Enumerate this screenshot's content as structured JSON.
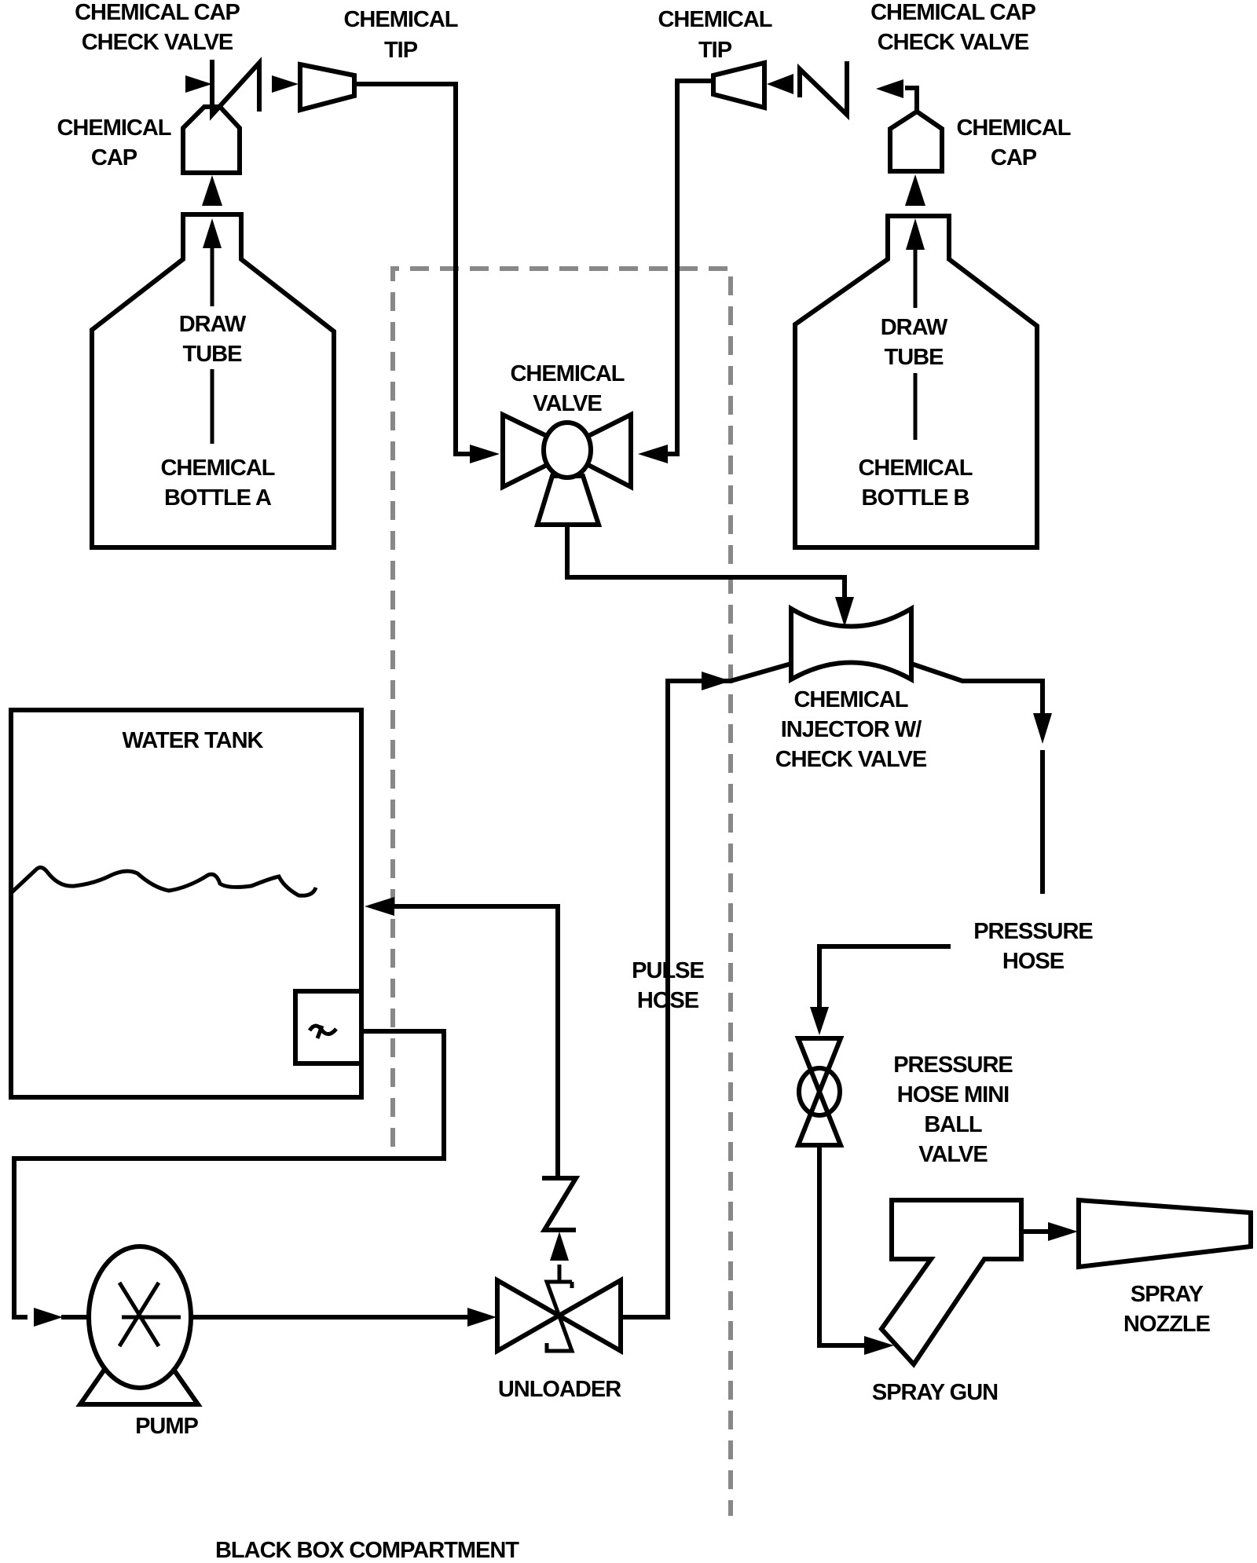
{
  "diagram": {
    "type": "pressure-washer chemical injection schematic",
    "colors": {
      "line": "#000000",
      "compartment_boundary": "#888888",
      "background": "#ffffff"
    },
    "labels": {
      "cap_check_valve_a": [
        "CHEMICAL CAP",
        "CHECK VALVE"
      ],
      "chemical_tip_a": [
        "CHEMICAL",
        "TIP"
      ],
      "chemical_cap_a": [
        "CHEMICAL",
        "CAP"
      ],
      "draw_tube_a": [
        "DRAW",
        "TUBE"
      ],
      "bottle_a": [
        "CHEMICAL",
        "BOTTLE A"
      ],
      "chemical_tip_b": [
        "CHEMICAL",
        "TIP"
      ],
      "cap_check_valve_b": [
        "CHEMICAL CAP",
        "CHECK VALVE"
      ],
      "chemical_cap_b": [
        "CHEMICAL",
        "CAP"
      ],
      "draw_tube_b": [
        "DRAW",
        "TUBE"
      ],
      "bottle_b": [
        "CHEMICAL",
        "BOTTLE B"
      ],
      "chemical_valve": [
        "CHEMICAL",
        "VALVE"
      ],
      "injector": [
        "CHEMICAL",
        "INJECTOR W/",
        "CHECK VALVE"
      ],
      "water_tank": "WATER TANK",
      "pulse_hose": [
        "PULSE",
        "HOSE"
      ],
      "pressure_hose": [
        "PRESSURE",
        "HOSE"
      ],
      "ball_valve": [
        "PRESSURE",
        "HOSE MINI",
        "BALL",
        "VALVE"
      ],
      "spray_nozzle": [
        "SPRAY",
        "NOZZLE"
      ],
      "spray_gun": "SPRAY GUN",
      "unloader": "UNLOADER",
      "pump": "PUMP",
      "compartment": "BLACK BOX COMPARTMENT"
    }
  }
}
